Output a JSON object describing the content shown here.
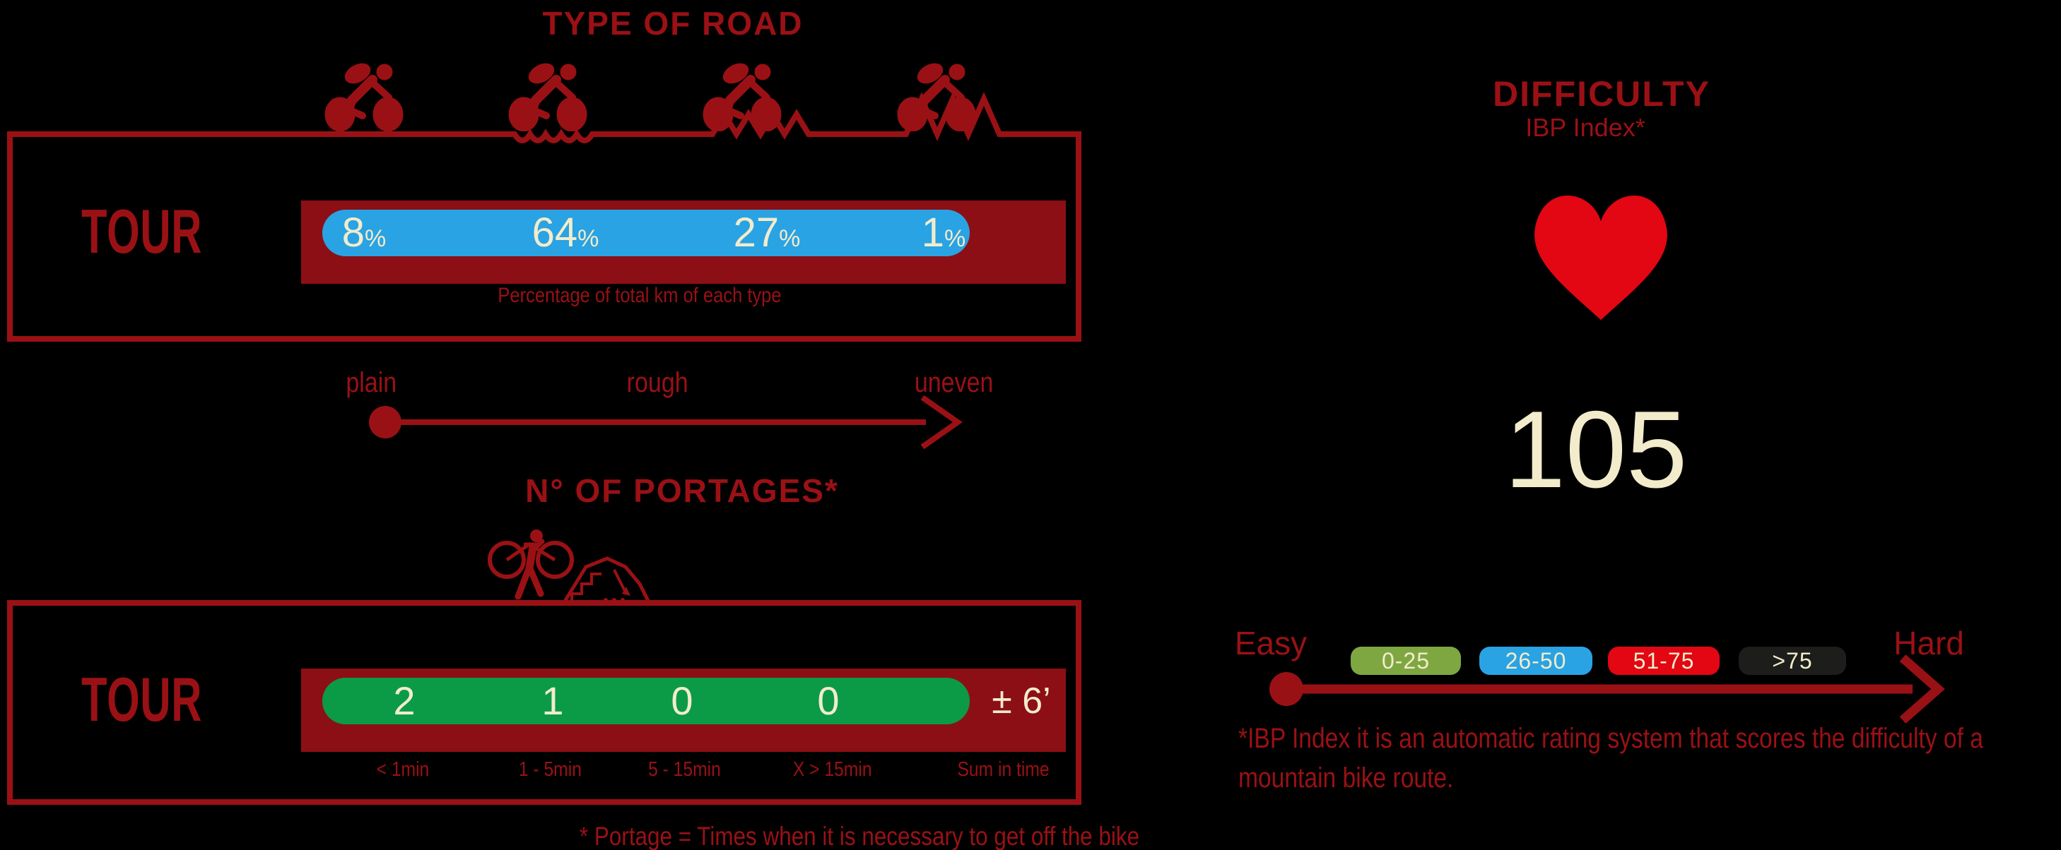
{
  "chart_data": [
    {
      "type": "bar",
      "title": "TYPE OF ROAD",
      "row_label": "TOUR",
      "icons": [
        "cyclist-flat-road-icon",
        "cyclist-wavy-road-icon",
        "cyclist-jagged-road-icon",
        "cyclist-very-jagged-road-icon"
      ],
      "values": [
        8,
        64,
        27,
        1
      ],
      "unit": "%",
      "caption": "Percentage of total km of each type",
      "axis_labels": [
        "plain",
        "rough",
        "uneven"
      ],
      "bar_color": "#29A3E3",
      "track_color": "#8C0F15",
      "value_text_color": "#F2ECCC"
    },
    {
      "type": "bar",
      "title": "N° OF PORTAGES*",
      "row_label": "TOUR",
      "categories": [
        "< 1min",
        "1 - 5min",
        "5 - 15min",
        "X > 15min"
      ],
      "values": [
        2,
        1,
        0,
        0
      ],
      "sum_label": "Sum in time",
      "sum_value": "± 6’",
      "footnote": "* Portage = Times when it is necessary to get off the bike",
      "icon": "portage-carry-bike-icon",
      "bar_color": "#0B9B47",
      "track_color": "#8C0F15",
      "value_text_color": "#F2ECCC"
    },
    {
      "type": "scale",
      "title": "DIFFICULTY",
      "subtitle": "IBP Index*",
      "score": 105,
      "score_color": "#F2ECCC",
      "icon": "heart-icon",
      "icon_color": "#E30613",
      "min_label": "Easy",
      "max_label": "Hard",
      "ranges": [
        {
          "label": "0-25",
          "color": "#7FA741"
        },
        {
          "label": "26-50",
          "color": "#29A3E3"
        },
        {
          "label": "51-75",
          "color": "#E30613"
        },
        {
          "label": ">75",
          "color": "#1D1D1B"
        }
      ],
      "note": "*IBP Index it is an automatic rating system that scores the difficulty of a mountain bike route."
    }
  ],
  "theme": {
    "background": "#000000",
    "accent_dark_red": "#9A1115",
    "cream": "#F2ECCC"
  }
}
